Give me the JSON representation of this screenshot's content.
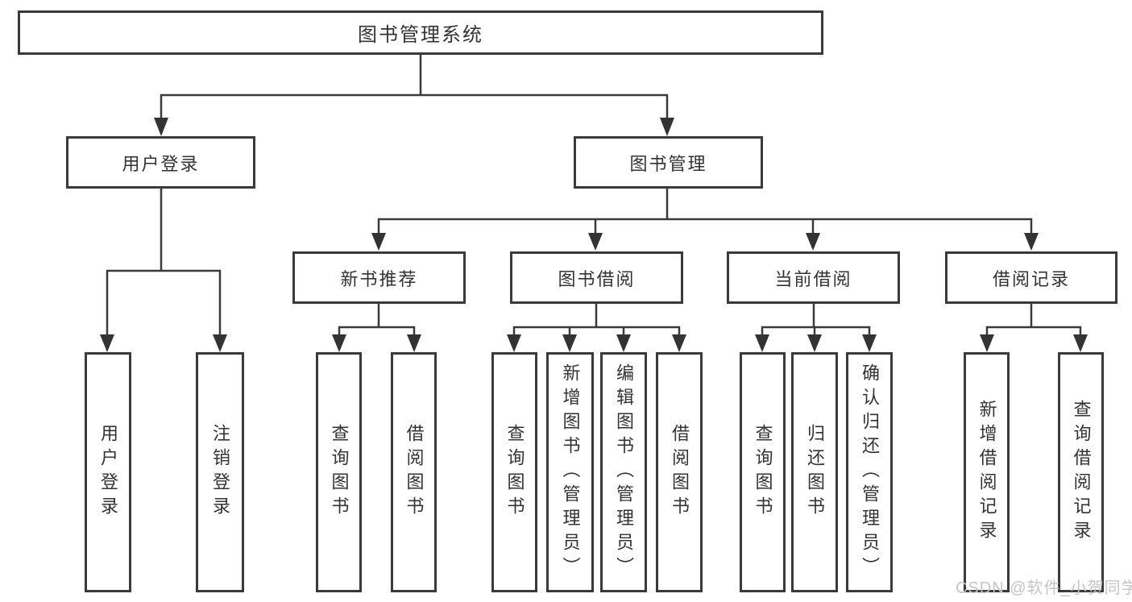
{
  "nodes": {
    "root": {
      "label": "图书管理系统"
    },
    "user_login": {
      "label": "用户登录"
    },
    "book_mgmt": {
      "label": "图书管理"
    },
    "new_book_rec": {
      "label": "新书推荐"
    },
    "book_borrow": {
      "label": "图书借阅"
    },
    "current_borrow": {
      "label": "当前借阅"
    },
    "borrow_records": {
      "label": "借阅记录"
    },
    "leaves": {
      "user_login": {
        "label": "用户登录"
      },
      "logout": {
        "label": "注销登录"
      },
      "rec_query_book": {
        "label": "查询图书"
      },
      "rec_borrow_book": {
        "label": "借阅图书"
      },
      "bb_query_book": {
        "label": "查询图书"
      },
      "bb_add_book": {
        "label": "新增图书（管理员）"
      },
      "bb_edit_book": {
        "label": "编辑图书（管理员）"
      },
      "bb_borrow_book": {
        "label": "借阅图书"
      },
      "cb_query_book": {
        "label": "查询图书"
      },
      "cb_return_book": {
        "label": "归还图书"
      },
      "cb_confirm_return": {
        "label": "确认归还（管理员）"
      },
      "br_add_record": {
        "label": "新增借阅记录"
      },
      "br_query_record": {
        "label": "查询借阅记录"
      }
    }
  },
  "watermark": {
    "text": "CSDN @软件_小贺同学"
  },
  "colors": {
    "line": "#3a3a3a",
    "arrow": "#333333",
    "text": "#333333",
    "watermark": "#c5c5c5",
    "background": "#ffffff"
  }
}
